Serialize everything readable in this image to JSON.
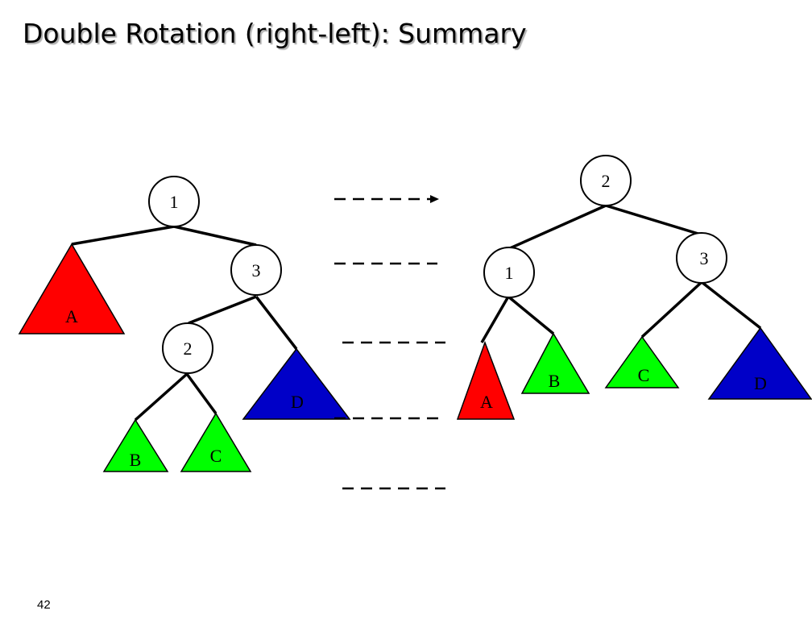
{
  "title": "Double Rotation (right-left): Summary",
  "slide_number": "42",
  "colors": {
    "red_subtree": "#ff0000",
    "green_subtree": "#00ff00",
    "blue_subtree": "#0000c8",
    "outline": "#000000"
  },
  "before_tree": {
    "nodes": [
      "1",
      "3",
      "2"
    ],
    "subtrees": [
      "A",
      "B",
      "C",
      "D"
    ]
  },
  "after_tree": {
    "nodes": [
      "2",
      "1",
      "3"
    ],
    "subtrees": [
      "A",
      "B",
      "C",
      "D"
    ]
  }
}
